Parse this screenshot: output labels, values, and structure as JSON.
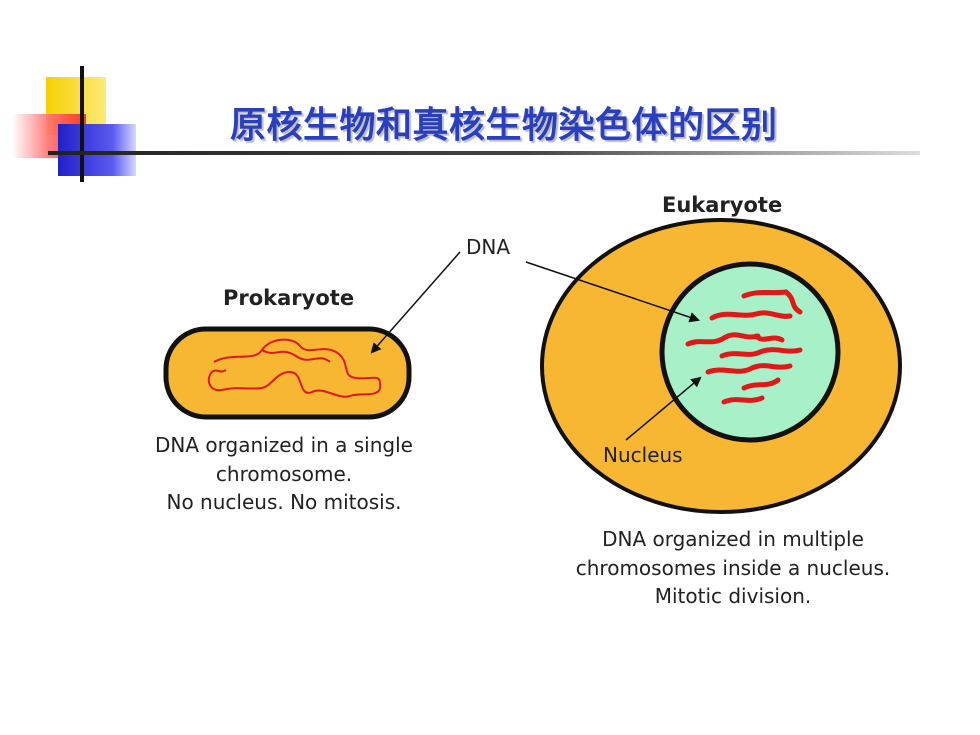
{
  "slide": {
    "title": "原核生物和真核生物染色体的区别"
  },
  "diagram": {
    "dna_label": "DNA",
    "prokaryote": {
      "title": "Prokaryote",
      "caption_lines": [
        "DNA organized in a single",
        "chromosome.",
        "No nucleus. No mitosis."
      ]
    },
    "eukaryote": {
      "title": "Eukaryote",
      "nucleus_label": "Nucleus",
      "caption_lines": [
        "DNA organized in multiple",
        "chromosomes inside a nucleus.",
        "Mitotic division."
      ]
    }
  },
  "colors": {
    "title_blue": "#2a3fc0",
    "cell_fill": "#f7b733",
    "nucleus_fill": "#a8f0c8",
    "dna_red": "#e01818"
  }
}
